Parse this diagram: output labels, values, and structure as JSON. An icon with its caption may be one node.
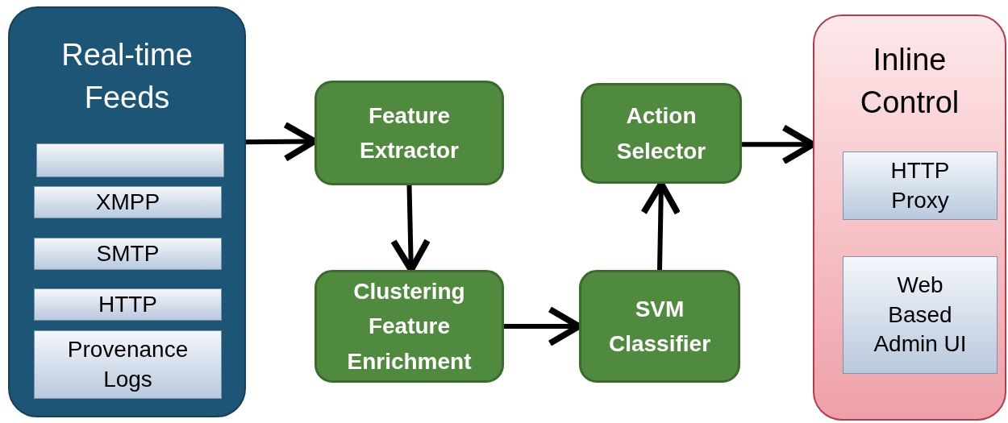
{
  "diagram": {
    "nodes": [
      {
        "text": [
          "Real-time Feeds"
        ]
      },
      {
        "text": [],
        "shape": "box",
        "in": 0
      },
      {
        "text": [
          "XMPP"
        ],
        "in": 0
      },
      {
        "text": [
          "SMTP"
        ],
        "in": 0
      },
      {
        "text": [
          "HTTP"
        ],
        "in": 0
      },
      {
        "text": [
          "Provenance Logs"
        ],
        "in": 0
      },
      {
        "text": [
          "Feature Extractor"
        ]
      },
      {
        "text": [
          "Clustering Feature Enrichment"
        ]
      },
      {
        "text": [
          "SVM Classifier"
        ]
      },
      {
        "text": [
          "Action Selector"
        ]
      },
      {
        "text": [
          "Inline Control"
        ]
      },
      {
        "text": [
          "HTTP Proxy"
        ],
        "in": 10
      },
      {
        "text": [
          "Web Based Admin UI"
        ],
        "in": 10
      }
    ],
    "edges": [
      {
        "from": 0,
        "to": 6,
        "arrow": "to"
      },
      {
        "from": 6,
        "to": 7,
        "arrow": "to"
      },
      {
        "from": 7,
        "to": 8,
        "arrow": "to"
      },
      {
        "from": 8,
        "to": 9,
        "arrow": "to"
      },
      {
        "from": 9,
        "to": 10,
        "arrow": "to"
      }
    ]
  }
}
